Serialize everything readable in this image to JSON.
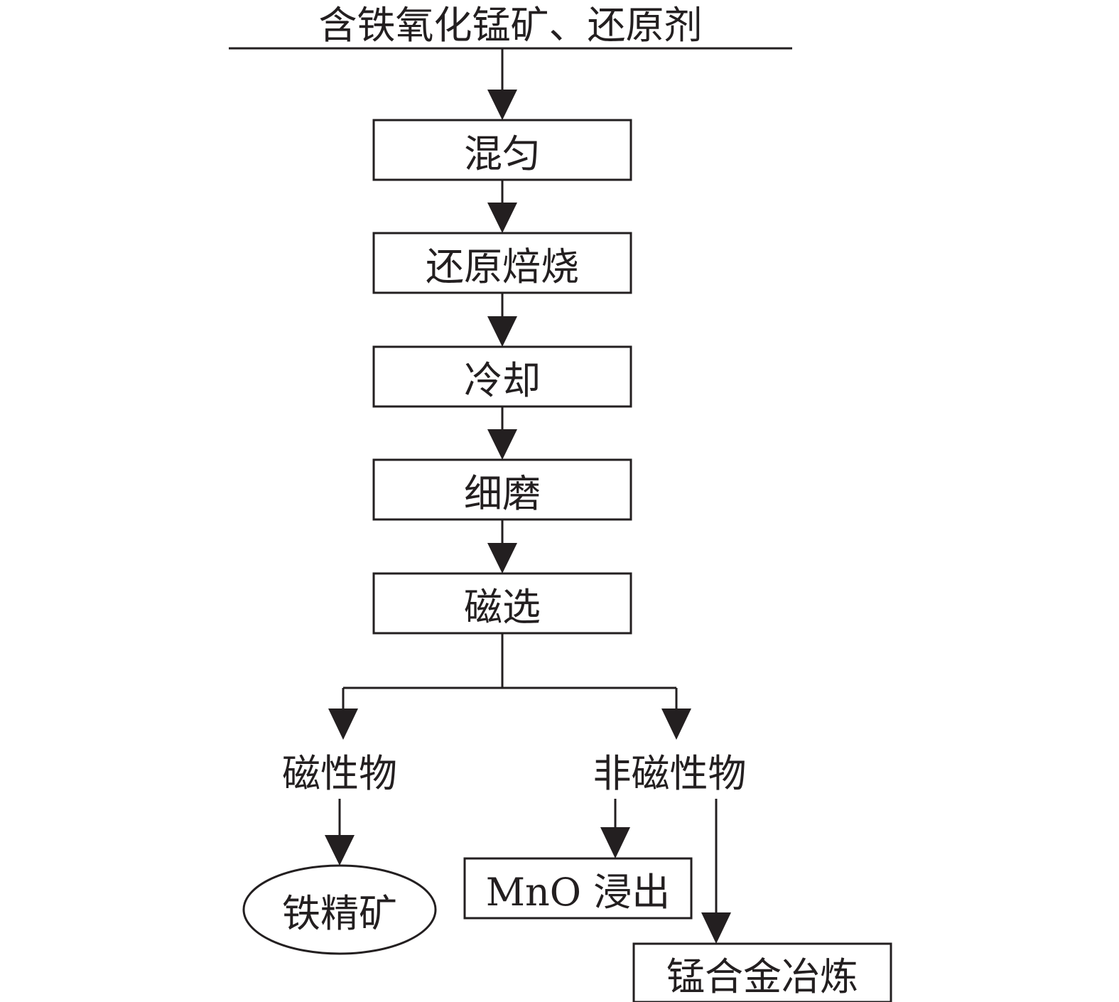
{
  "flowchart": {
    "input_label": "含铁氧化锰矿、还原剂",
    "steps": [
      "混匀",
      "还原焙烧",
      "冷却",
      "细磨",
      "磁选"
    ],
    "outputs": {
      "magnetic": "磁性物",
      "non_magnetic": "非磁性物"
    },
    "products": {
      "iron_concentrate": "铁精矿",
      "mno_leaching": "MnO 浸出",
      "mn_alloy_smelting": "锰合金冶炼"
    }
  }
}
